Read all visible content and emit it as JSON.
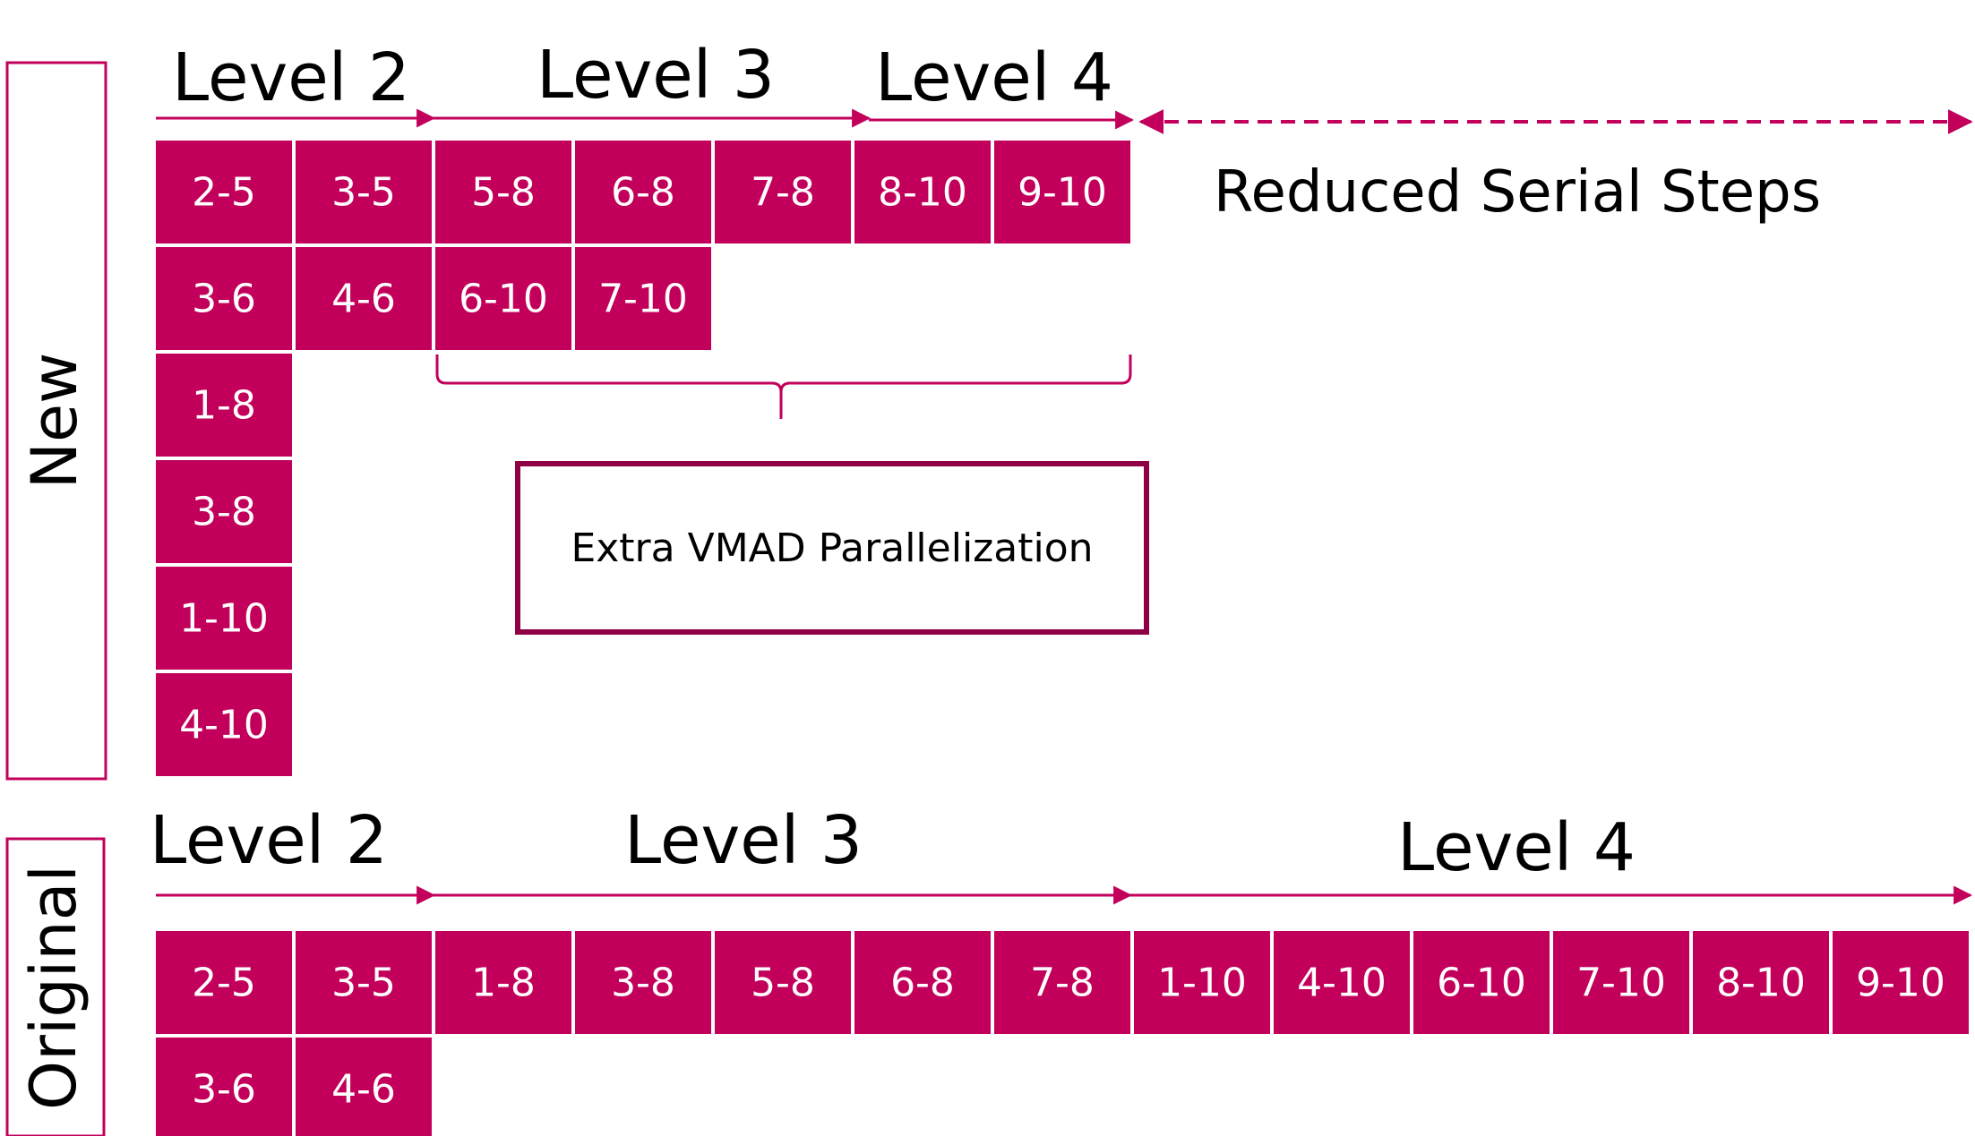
{
  "colors": {
    "cell": "#C2005B",
    "arrow": "#C2005B",
    "frame": "#C2005B",
    "box_border": "#8E0145"
  },
  "labels": {
    "new": "New",
    "original": "Original",
    "reduced": "Reduced Serial Steps",
    "extra": "Extra VMAD Parallelization"
  },
  "new_section": {
    "levels": [
      "Level 2",
      "Level 3",
      "Level 4"
    ],
    "rows": [
      [
        "2-5",
        "3-5",
        "5-8",
        "6-8",
        "7-8",
        "8-10",
        "9-10"
      ],
      [
        "3-6",
        "4-6",
        "6-10",
        "7-10"
      ],
      [
        "1-8"
      ],
      [
        "3-8"
      ],
      [
        "1-10"
      ],
      [
        "4-10"
      ]
    ]
  },
  "original_section": {
    "levels": [
      "Level 2",
      "Level 3",
      "Level 4"
    ],
    "rows": [
      [
        "2-5",
        "3-5",
        "1-8",
        "3-8",
        "5-8",
        "6-8",
        "7-8",
        "1-10",
        "4-10",
        "6-10",
        "7-10",
        "8-10",
        "9-10"
      ],
      [
        "3-6",
        "4-6"
      ]
    ]
  }
}
